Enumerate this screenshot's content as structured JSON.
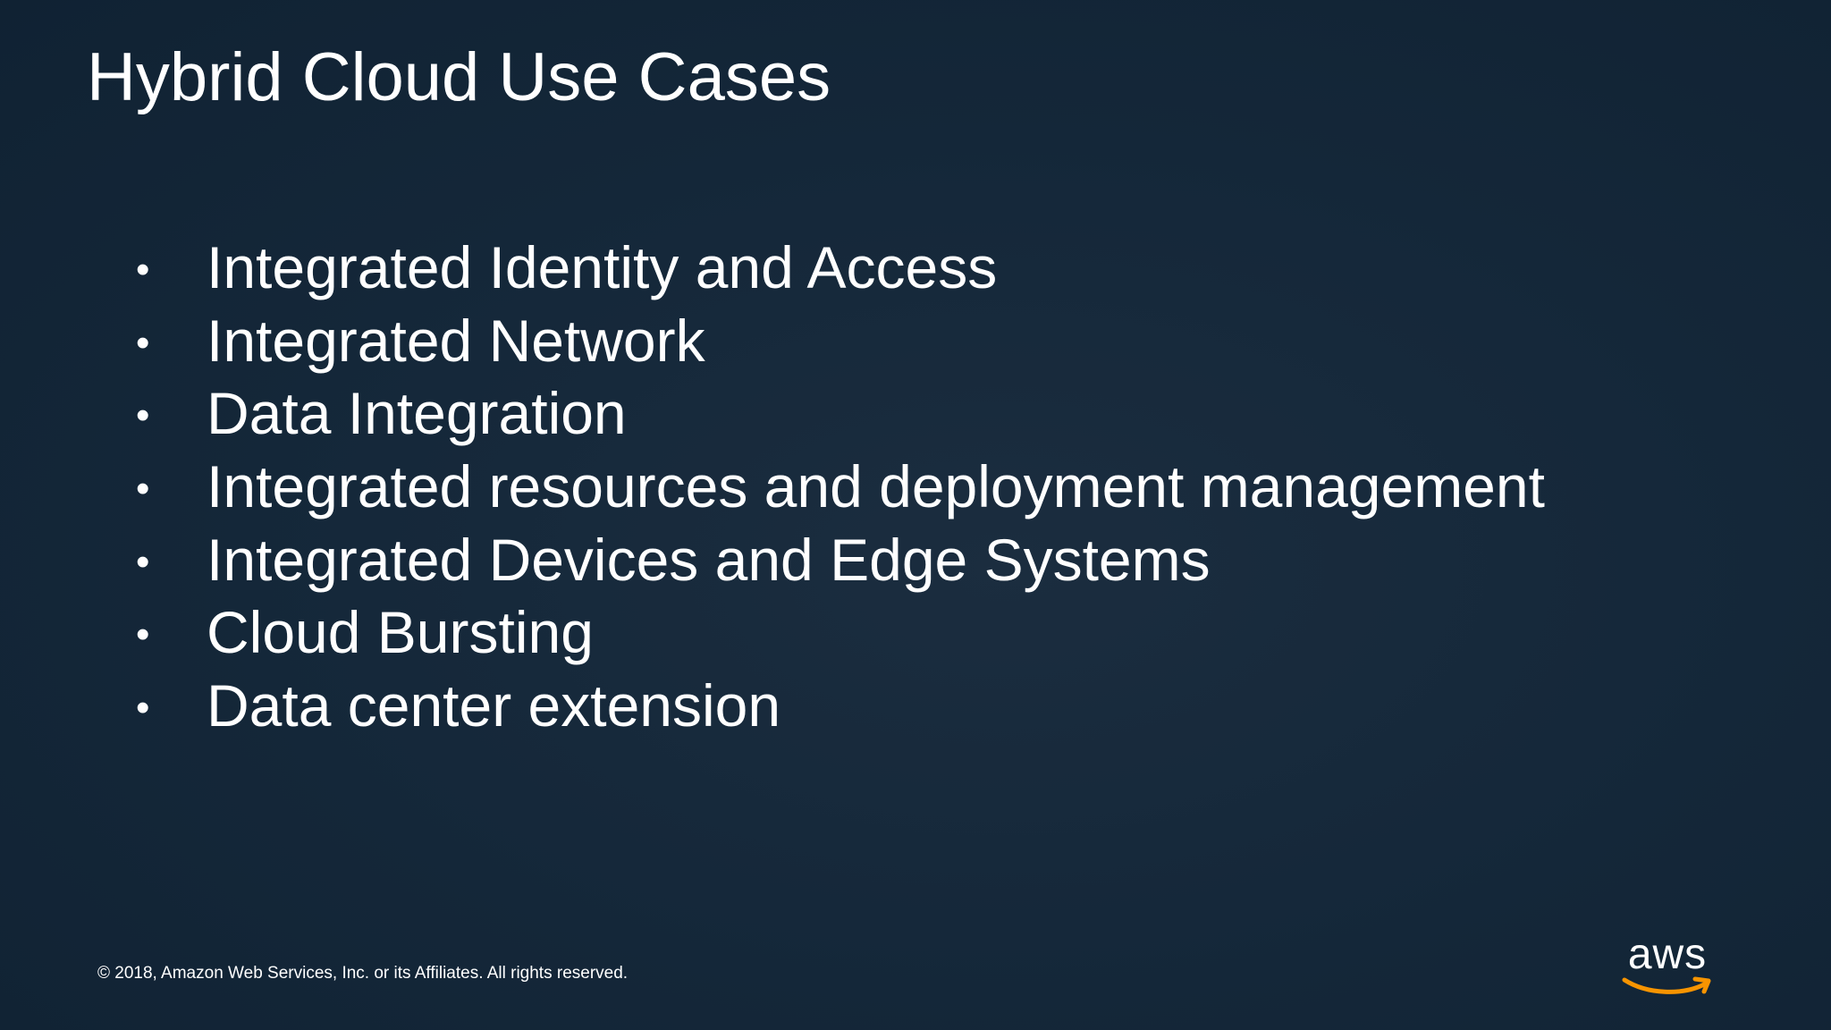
{
  "slide": {
    "title": "Hybrid Cloud Use Cases",
    "bullet_symbol": "•",
    "bullets": [
      "Integrated Identity and Access",
      "Integrated Network",
      "Data Integration",
      "Integrated resources and deployment management",
      "Integrated Devices and Edge Systems",
      "Cloud Bursting",
      "Data center extension"
    ]
  },
  "footer": {
    "copyright": "© 2018, Amazon Web Services, Inc. or its Affiliates. All rights reserved.",
    "logo_text": "aws",
    "logo_icon": "aws-smile-arrow-icon"
  },
  "colors": {
    "background": "#15283a",
    "text": "#ffffff",
    "accent": "#f79400"
  }
}
